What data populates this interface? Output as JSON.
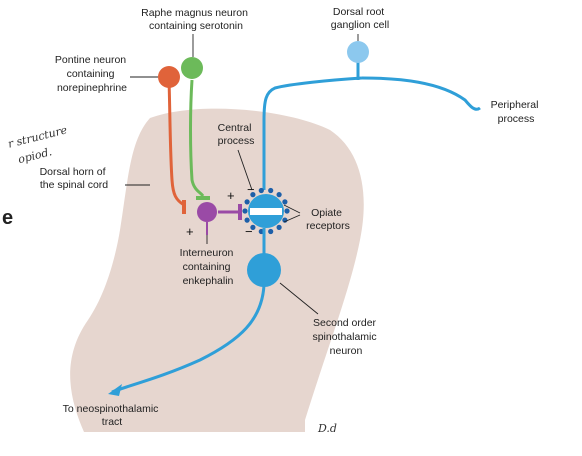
{
  "labels": {
    "raphe": [
      "Raphe magnus neuron",
      "containing serotonin"
    ],
    "drg": [
      "Dorsal root",
      "ganglion cell"
    ],
    "pontine": [
      "Pontine neuron",
      "containing",
      "norepinephrine"
    ],
    "peripheral": [
      "Peripheral",
      "process"
    ],
    "central": [
      "Central",
      "process"
    ],
    "dorsal_horn": [
      "Dorsal horn of",
      "the spinal cord"
    ],
    "opiate": [
      "Opiate",
      "receptors"
    ],
    "interneuron": [
      "Interneuron",
      "containing",
      "enkephalin"
    ],
    "second_order": [
      "Second order",
      "spinothalamic",
      "neuron"
    ],
    "tract": [
      "To neospinothalamic",
      "tract"
    ]
  },
  "signs": {
    "plus_top": "+",
    "plus_bottom": "+",
    "minus_top": "−",
    "minus_bottom": "−"
  },
  "handwritten": {
    "note_line1": "r  structure",
    "note_line2": "opiod.",
    "margin_char": "e",
    "bottom_scribble": "D.d"
  },
  "colors": {
    "dorsal_horn_fill": "#e6d6cf",
    "sensory_neuron": "#2f9fd8",
    "drg_cell": "#8cc8ee",
    "pontine_neuron": "#e0633a",
    "raphe_neuron": "#6cba5a",
    "interneuron": "#9a4aa6",
    "second_order_cell": "#2f9fd8"
  }
}
